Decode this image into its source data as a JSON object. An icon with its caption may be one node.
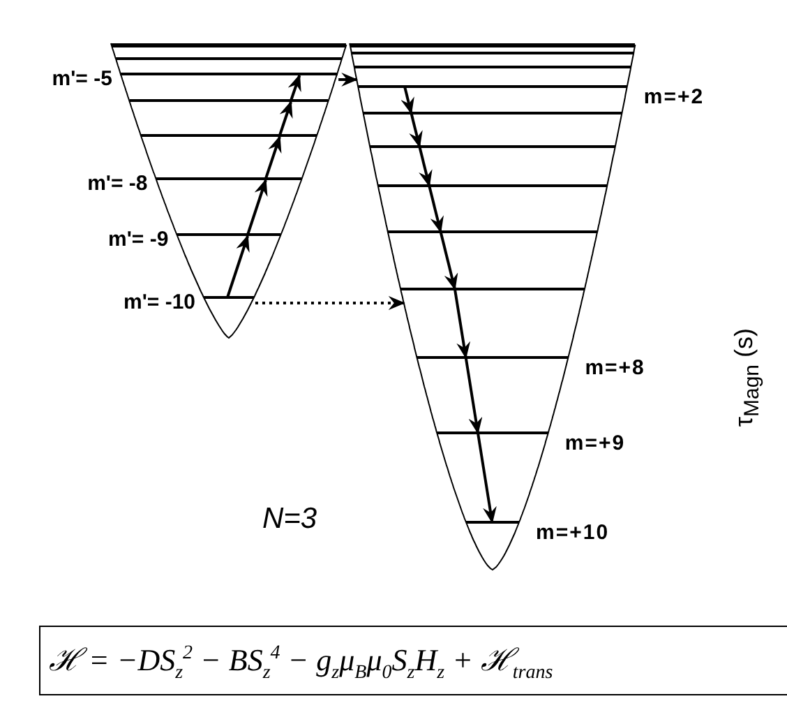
{
  "diagram": {
    "nodes": [
      {
        "text": [],
        "shape": "bar"
      },
      {
        "text": [],
        "shape": "bar"
      },
      {
        "text": [],
        "shape": "bar",
        "beside": [
          "m'= -5"
        ]
      },
      {
        "text": [],
        "shape": "bar"
      },
      {
        "text": [],
        "shape": "bar"
      },
      {
        "text": [],
        "shape": "bar",
        "beside": [
          "m'= -8"
        ]
      },
      {
        "text": [],
        "shape": "bar",
        "beside": [
          "m'= -9"
        ]
      },
      {
        "text": [],
        "shape": "bar",
        "beside": [
          "m'= -10"
        ]
      },
      {
        "text": [],
        "shape": "bar"
      },
      {
        "text": [],
        "shape": "bar"
      },
      {
        "text": [],
        "shape": "bar"
      },
      {
        "text": [],
        "shape": "bar",
        "beside": [
          "m=+2"
        ]
      },
      {
        "text": [],
        "shape": "bar"
      },
      {
        "text": [],
        "shape": "bar"
      },
      {
        "text": [],
        "shape": "bar"
      },
      {
        "text": [],
        "shape": "bar"
      },
      {
        "text": [],
        "shape": "bar"
      },
      {
        "text": [],
        "shape": "bar",
        "beside": [
          "m=+8"
        ]
      },
      {
        "text": [],
        "shape": "bar",
        "beside": [
          "m=+9"
        ]
      },
      {
        "text": [],
        "shape": "bar",
        "beside": [
          "m=+10"
        ]
      },
      {
        "text": [
          "ℋ = −DS$_{z}$$^{2}$ − BS$_{z}$$^{4}$ − g$_{z}$μ$_{B}$μ$_{0}$S$_{z}$H$_{z}$ + ℋ$_{trans}$"
        ]
      }
    ],
    "edges": [
      {
        "from": 7,
        "to": 6,
        "arrow": "to"
      },
      {
        "from": 6,
        "to": 5,
        "arrow": "to"
      },
      {
        "from": 5,
        "to": 4,
        "arrow": "to"
      },
      {
        "from": 4,
        "to": 3,
        "arrow": "to"
      },
      {
        "from": 3,
        "to": 2,
        "arrow": "to"
      },
      {
        "from": 2,
        "to": 11,
        "arrow": "to"
      },
      {
        "from": 7,
        "to": 16,
        "arrow": "to",
        "style": "dashed"
      },
      {
        "from": 11,
        "to": 12,
        "arrow": "to"
      },
      {
        "from": 12,
        "to": 13,
        "arrow": "to"
      },
      {
        "from": 13,
        "to": 14,
        "arrow": "to"
      },
      {
        "from": 14,
        "to": 15,
        "arrow": "to"
      },
      {
        "from": 15,
        "to": 16,
        "arrow": "to"
      },
      {
        "from": 16,
        "to": 17,
        "arrow": "to"
      },
      {
        "from": 17,
        "to": 18,
        "arrow": "to"
      },
      {
        "from": 18,
        "to": 19,
        "arrow": "to"
      }
    ],
    "labels": [
      "N=3",
      "τ$_{Magn}$ (s)"
    ]
  }
}
